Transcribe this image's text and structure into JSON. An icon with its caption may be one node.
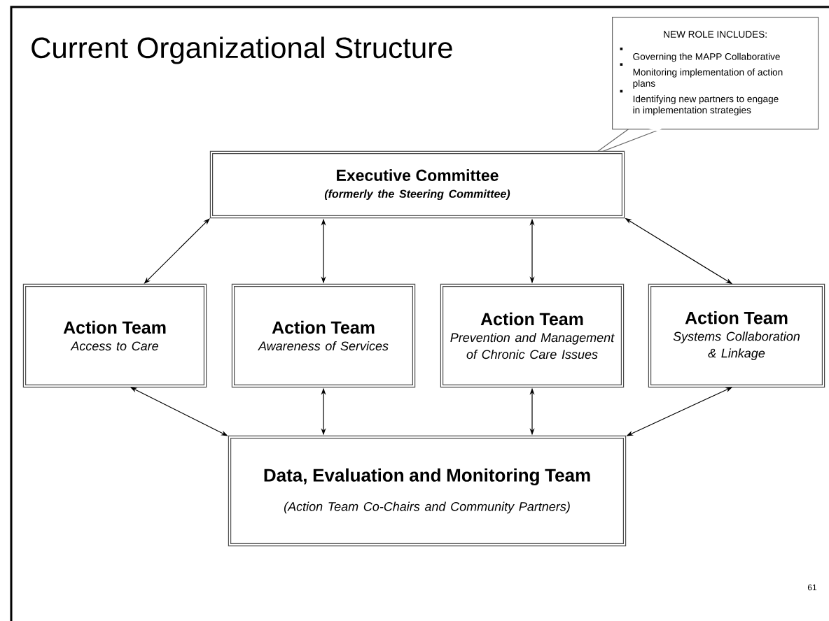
{
  "diagram": {
    "title": "Current Organizational Structure",
    "nodes": [
      {
        "text": [
          "NEW ROLE INCLUDES:",
          "Governing the MAPP Collaborative",
          "Monitoring implementation of action plans",
          "Identifying new  partners to engage in implementation strategies"
        ]
      },
      {
        "text": [
          "Executive Committee",
          "(formerly the Steering Committee)"
        ]
      },
      {
        "text": [
          "Action Team",
          "Access to Care"
        ]
      },
      {
        "text": [
          "Action Team",
          "Awareness of Services"
        ]
      },
      {
        "text": [
          "Action Team",
          "Prevention and Management of Chronic Care Issues"
        ]
      },
      {
        "text": [
          "Action Team",
          "Systems Collaboration & Linkage"
        ]
      },
      {
        "text": [
          "Data, Evaluation and Monitoring Team",
          "(Action Team Co-Chairs and Community Partners)"
        ]
      }
    ],
    "edges": [
      {
        "from": 1,
        "to": 2,
        "arrow": "both"
      },
      {
        "from": 1,
        "to": 3,
        "arrow": "both"
      },
      {
        "from": 1,
        "to": 4,
        "arrow": "both"
      },
      {
        "from": 1,
        "to": 5,
        "arrow": "both"
      },
      {
        "from": 2,
        "to": 6,
        "arrow": "both"
      },
      {
        "from": 3,
        "to": 6,
        "arrow": "both"
      },
      {
        "from": 4,
        "to": 6,
        "arrow": "both"
      },
      {
        "from": 5,
        "to": 6,
        "arrow": "both"
      }
    ],
    "labels": [
      "61"
    ]
  }
}
